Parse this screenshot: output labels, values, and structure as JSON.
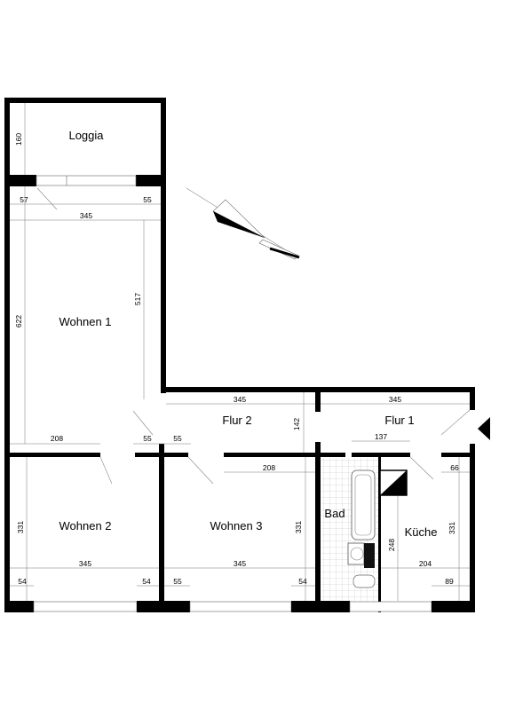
{
  "rooms": {
    "loggia": "Loggia",
    "wohnen1": "Wohnen 1",
    "wohnen2": "Wohnen 2",
    "wohnen3": "Wohnen 3",
    "flur1": "Flur 1",
    "flur2": "Flur 2",
    "bad": "Bad",
    "kueche": "Küche"
  },
  "dimensions": {
    "loggia_depth": "160",
    "w1_left_jamb": "57",
    "w1_right_jamb": "55",
    "w1_width": "345",
    "w1_depth_left": "622",
    "w1_depth_right": "517",
    "w1_wall_seg": "208",
    "door_jamb_a": "55",
    "door_jamb_b": "55",
    "flur2_width": "345",
    "flur1_width": "345",
    "flur_depth": "142",
    "flur1_seg": "137",
    "w3_top_seg": "208",
    "kueche_door_jamb": "66",
    "w2_depth": "331",
    "w2_width": "345",
    "w2_left_jamb": "54",
    "w2_right_jamb": "54",
    "w3_width": "345",
    "w3_depth": "331",
    "w3_left_jamb": "55",
    "w3_right_jamb": "54",
    "bad_depth": "248",
    "kueche_depth": "331",
    "kueche_width": "204",
    "kueche_jamb": "89"
  },
  "icons": [
    "north-arrow-icon",
    "entrance-arrow-icon"
  ]
}
